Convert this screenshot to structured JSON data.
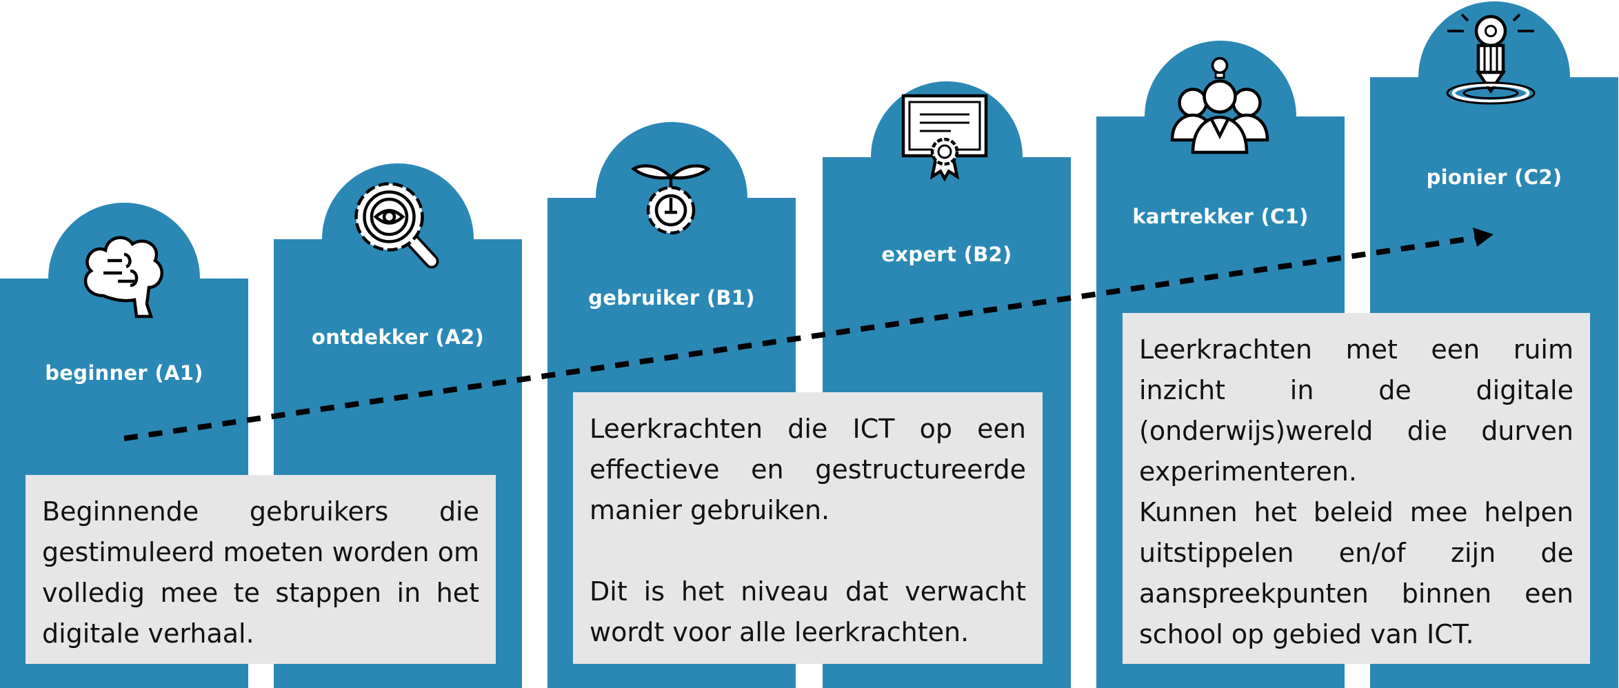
{
  "colors": {
    "column": "#2b88b5",
    "box": "#e6e6e6",
    "text": "#111111"
  },
  "levels": [
    {
      "label": "beginner (A1)",
      "icon": "brain-icon"
    },
    {
      "label": "ontdekker (A2)",
      "icon": "gear-eye-magnifier-icon"
    },
    {
      "label": "gebruiker (B1)",
      "icon": "sprout-gear-icon"
    },
    {
      "label": "expert (B2)",
      "icon": "certificate-icon"
    },
    {
      "label": "kartrekker (C1)",
      "icon": "people-lightbulb-icon"
    },
    {
      "label": "pionier (C2)",
      "icon": "lightbulb-pencil-icon"
    }
  ],
  "descriptions": [
    {
      "paragraphs": [
        "Beginnende gebruikers die gestimuleerd moeten worden om volledig mee te stappen in het digitale verhaal."
      ]
    },
    {
      "paragraphs": [
        "Leerkrachten die ICT op een effectieve en gestructureerde manier gebruiken.",
        "Dit is het niveau dat verwacht wordt voor alle leerkrachten."
      ]
    },
    {
      "paragraphs": [
        "Leerkrachten met een ruim inzicht in de digitale (onderwijs)wereld die durven experimenteren.",
        "Kunnen het beleid mee helpen uitstippelen en/of zijn de aanspreekpunten binnen een school op gebied van ICT."
      ]
    }
  ]
}
